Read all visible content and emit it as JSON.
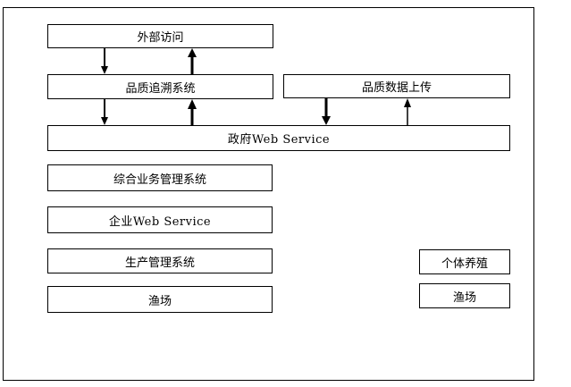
{
  "nodes": {
    "external_access": "外部访问",
    "quality_trace_system": "品质追溯系统",
    "quality_data_upload": "品质数据上传",
    "gov_web_service": "政府Web Service",
    "integrated_business_system": "综合业务管理系统",
    "enterprise_web_service": "企业Web Service",
    "production_management_system": "生产管理系统",
    "fishery_left": "渔场",
    "individual_farming": "个体养殖",
    "fishery_right": "渔场"
  },
  "edges": [
    {
      "from": "external_access",
      "to": "quality_trace_system",
      "direction": "down"
    },
    {
      "from": "quality_trace_system",
      "to": "external_access",
      "direction": "up"
    },
    {
      "from": "quality_trace_system",
      "to": "gov_web_service",
      "direction": "down"
    },
    {
      "from": "gov_web_service",
      "to": "quality_trace_system",
      "direction": "up"
    },
    {
      "from": "quality_data_upload",
      "to": "gov_web_service",
      "direction": "down"
    },
    {
      "from": "gov_web_service",
      "to": "quality_data_upload",
      "direction": "up"
    }
  ]
}
